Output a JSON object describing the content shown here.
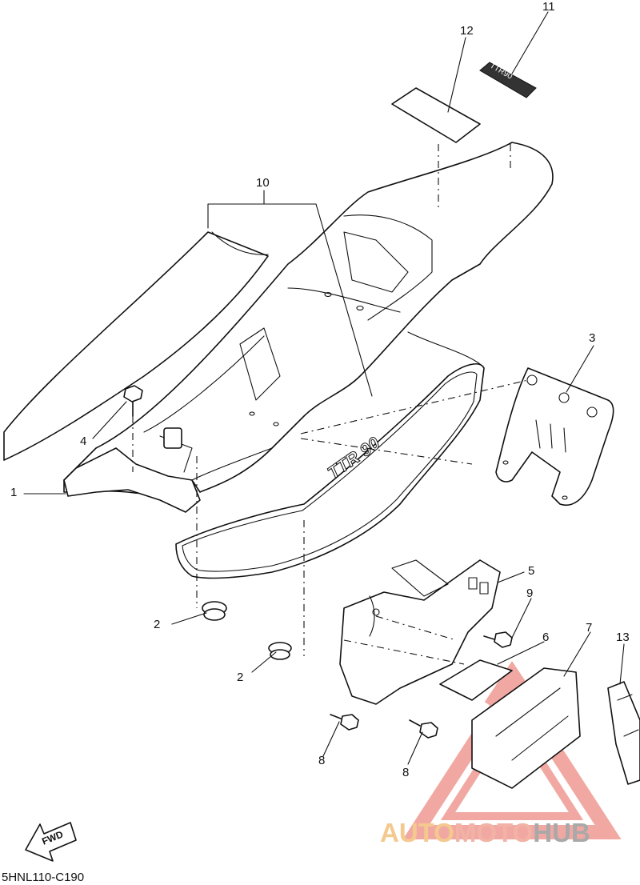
{
  "callouts": {
    "n1": "1",
    "n2a": "2",
    "n2b": "2",
    "n3": "3",
    "n4": "4",
    "n5": "5",
    "n6": "6",
    "n7": "7",
    "n8a": "8",
    "n8b": "8",
    "n9": "9",
    "n10": "10",
    "n11": "11",
    "n12": "12",
    "n13": "13"
  },
  "fwd_label": "FWD",
  "diagram_code": "5HNL110-C190",
  "emblem_text": "TTR 90",
  "decal_text": "TTR90",
  "watermark": {
    "part1": "AUTO",
    "part2": "MOTO",
    "part3": "HUB",
    "colors": {
      "auto": "#f4c98f",
      "moto": "#f2b2a6",
      "hub": "#a9a9a9",
      "triangle": "#ef9a92"
    }
  }
}
